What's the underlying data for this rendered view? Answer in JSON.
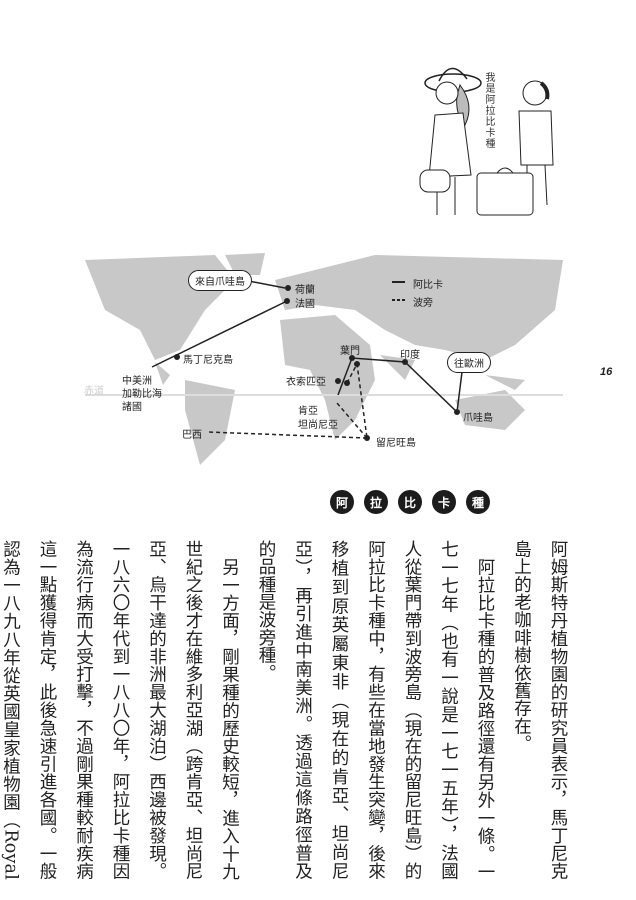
{
  "illustration": {
    "speech": "我是阿拉比卡種"
  },
  "map": {
    "legend": [
      {
        "label": "阿比卡",
        "style": "solid"
      },
      {
        "label": "波旁",
        "style": "dashed"
      }
    ],
    "bubbles": {
      "from_java": "來自爪哇島",
      "to_europe": "往歐洲"
    },
    "labels": {
      "netherlands": "荷蘭",
      "france": "法國",
      "martinique": "馬丁尼克島",
      "central_america": [
        "中美洲",
        "加勒比海",
        "諸國"
      ],
      "equator": "赤道",
      "yemen": "葉門",
      "ethiopia": "衣索匹亞",
      "india": "印度",
      "java": "爪哇島",
      "kenya_tanzania": [
        "肯亞",
        "坦尚尼亞"
      ],
      "reunion": "留尼旺島",
      "brazil": "巴西"
    }
  },
  "title_chars": [
    "阿",
    "拉",
    "比",
    "卡",
    "種"
  ],
  "page_number": "16",
  "body": [
    "阿姆斯特丹植物園的研究員表示，馬丁尼克島上的老咖啡樹依舊存在。",
    "阿拉比卡種的普及路徑還有另外一條。一七一七年（也有一說是一七一五年），法國人從葉門帶到波旁島（現在的留尼旺島）的阿拉比卡種中，有些在當地發生突變，後來移植到原英屬東非（現在的肯亞、坦尚尼亞），再引進中南美洲。透過這條路徑普及的品種是波旁種。",
    "另一方面，剛果種的歷史較短，進入十九世紀之後才在維多利亞湖（跨肯亞、坦尚尼亞、烏干達的非洲最大湖泊）西邊被發現。一八六〇年代到一八八〇年，阿拉比卡種因為流行病而大受打擊，不過剛果種較耐疾病這一點獲得肯定，此後急速引進各國。一般認為一八九八年從英國皇家植物園（Royal Botanic Gardens, Kew）被送到新加坡、千里達（Republic of Trinidad and Tobago）的是最早栽種的"
  ]
}
